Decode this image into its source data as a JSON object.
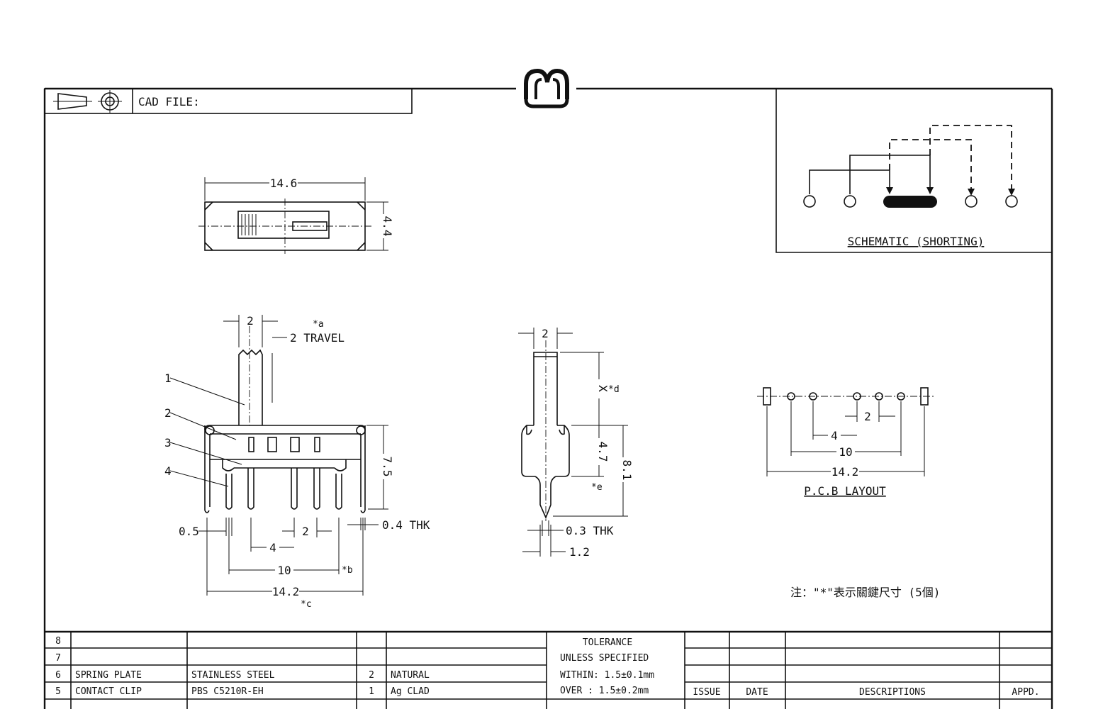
{
  "header": {
    "cad_file_label": "CAD FILE:"
  },
  "schematic": {
    "caption": "SCHEMATIC (SHORTING)"
  },
  "top_view": {
    "dim_width": "14.6",
    "dim_height": "4.4"
  },
  "front_view": {
    "dim_actuator": "2",
    "note_a": "*a",
    "dim_travel": "2 TRAVEL",
    "dim_height": "7.5",
    "dim_pin": "0.5",
    "dim_pitch_small": "2",
    "dim_pitch": "4",
    "dim_span": "10",
    "note_b": "*b",
    "dim_total": "14.2",
    "note_c": "*c",
    "dim_thk": "0.4 THK",
    "callouts": [
      "1",
      "2",
      "3",
      "4"
    ]
  },
  "side_view": {
    "dim_width": "2",
    "dim_x": "X",
    "note_d": "*d",
    "dim_body": "4.7",
    "note_e": "*e",
    "dim_total": "8.1",
    "dim_thk": "0.3 THK",
    "dim_pin": "1.2"
  },
  "pcb_layout": {
    "dim_pitch_small": "2",
    "dim_pitch": "4",
    "dim_span": "10",
    "dim_total": "14.2",
    "caption": "P.C.B LAYOUT"
  },
  "note": "注：\"*\"表示關鍵尺寸 (5個)",
  "parts_table": [
    {
      "no": "8",
      "name": "",
      "material": "",
      "qty": "",
      "finish": ""
    },
    {
      "no": "7",
      "name": "",
      "material": "",
      "qty": "",
      "finish": ""
    },
    {
      "no": "6",
      "name": "SPRING PLATE",
      "material": "STAINLESS STEEL",
      "qty": "2",
      "finish": "NATURAL"
    },
    {
      "no": "5",
      "name": "CONTACT CLIP",
      "material": "PBS C5210R-EH",
      "qty": "1",
      "finish": "Ag CLAD"
    }
  ],
  "tolerance": {
    "title": "TOLERANCE",
    "line1": "UNLESS  SPECIFIED",
    "line2": "WITHIN: 1.5±0.1mm",
    "line3": "OVER  : 1.5±0.2mm"
  },
  "revision_headers": {
    "issue": "ISSUE",
    "date": "DATE",
    "descriptions": "DESCRIPTIONS",
    "appd": "APPD."
  }
}
